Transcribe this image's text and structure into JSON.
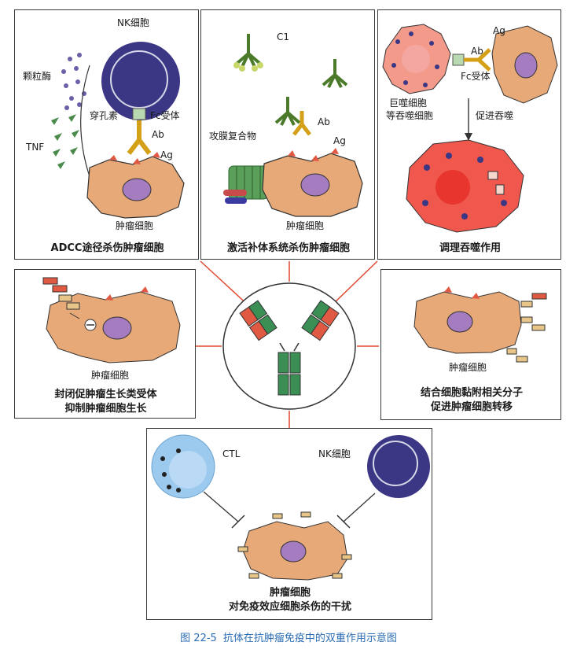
{
  "panels": {
    "adcc": {
      "nk_cell": "NK细胞",
      "granzyme": "颗粒酶",
      "perforin": "穿孔素",
      "fc_receptor": "Fc受体",
      "ab": "Ab",
      "ag": "Ag",
      "tnf": "TNF",
      "tumor_cell": "肿瘤细胞",
      "caption": "ADCC途径杀伤肿瘤细胞"
    },
    "complement": {
      "c1": "C1",
      "ab": "Ab",
      "ag": "Ag",
      "mac": "攻膜复合物",
      "tumor_cell": "肿瘤细胞",
      "caption": "激活补体系统杀伤肿瘤细胞"
    },
    "opsonization": {
      "ag": "Ag",
      "ab": "Ab",
      "macrophage_line1": "巨噬细胞",
      "macrophage_line2": "等吞噬细胞",
      "fc_receptor": "Fc受体",
      "promote": "促进吞噬",
      "caption": "调理吞噬作用"
    },
    "block_receptor": {
      "tumor_cell": "肿瘤细胞",
      "caption_line1": "封闭促肿瘤生长类受体",
      "caption_line2": "抑制肿瘤细胞生长"
    },
    "adhesion": {
      "tumor_cell": "肿瘤细胞",
      "caption_line1": "结合细胞黏附相关分子",
      "caption_line2": "促进肿瘤细胞转移"
    },
    "interference": {
      "ctl": "CTL",
      "nk_cell": "NK细胞",
      "tumor_cell": "肿瘤细胞",
      "caption": "对免疫效应细胞杀伤的干扰"
    }
  },
  "figure": {
    "number": "图 22-5",
    "title": "抗体在抗肿瘤免疫中的双重作用示意图"
  },
  "colors": {
    "tumor": "#e8a978",
    "nucleus": "#a57cc0",
    "nk_cell": "#3b3785",
    "macrophage": "#f0574d",
    "ctl": "#9cc9ee",
    "antibody_heavy": "#3b8f55",
    "antibody_light": "#e05a43",
    "connector": "#e04a30",
    "caption_blue": "#2c6db3"
  }
}
